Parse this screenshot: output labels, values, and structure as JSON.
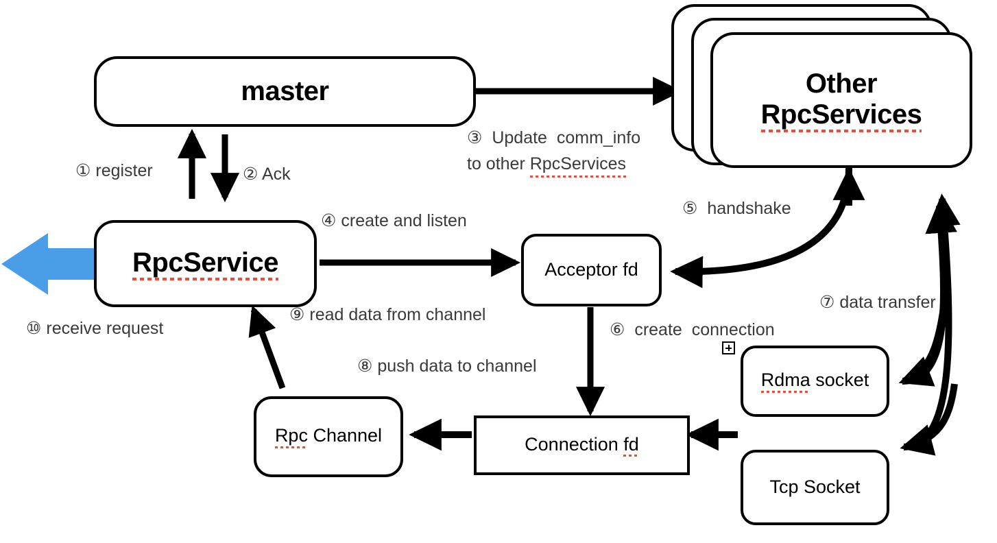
{
  "diagram": {
    "title": "RpcService architecture flow",
    "colors": {
      "stroke": "#000000",
      "accent_blue": "#4a9ee8",
      "spellcheck_red": "#ef4a33",
      "label_text": "#3a3a3a",
      "background": "#ffffff"
    },
    "nodes": [
      {
        "id": "master",
        "label": "master",
        "shape": "rounded",
        "emphasis": "bold",
        "spellcheck": false
      },
      {
        "id": "other-rpc",
        "label_line1": "Other",
        "label_line2": "RpcServices",
        "shape": "stacked-rounded",
        "emphasis": "bold",
        "spellcheck": true,
        "stack_count": 3
      },
      {
        "id": "rpcservice",
        "label": "RpcService",
        "shape": "rounded",
        "emphasis": "bold",
        "spellcheck": true
      },
      {
        "id": "acceptor-fd",
        "label": "Acceptor fd",
        "shape": "rounded",
        "emphasis": "normal",
        "spellcheck": false
      },
      {
        "id": "rdma-socket",
        "label_a": "Rdma",
        "label_b": " socket",
        "shape": "rounded",
        "emphasis": "normal",
        "spellcheck": true
      },
      {
        "id": "tcp-socket",
        "label": "Tcp Socket",
        "shape": "rounded",
        "emphasis": "normal",
        "spellcheck": false
      },
      {
        "id": "connection-fd",
        "label_a": "Connection ",
        "label_b": "fd",
        "shape": "rectangle",
        "emphasis": "normal",
        "spellcheck": true
      },
      {
        "id": "rpc-channel",
        "label_a": "Rpc",
        "label_b": " Channel",
        "shape": "rounded",
        "emphasis": "normal",
        "spellcheck": true
      }
    ],
    "steps": [
      {
        "num": "①",
        "text": "register",
        "from": "rpcservice",
        "to": "master"
      },
      {
        "num": "②",
        "text": "Ack",
        "from": "master",
        "to": "rpcservice"
      },
      {
        "num": "③",
        "text_line1": "Update  comm_info",
        "text_line2_a": "to other ",
        "text_line2_b": "RpcServices",
        "from": "master",
        "to": "other-rpc"
      },
      {
        "num": "④",
        "text": "create and listen",
        "from": "rpcservice",
        "to": "acceptor-fd"
      },
      {
        "num": "⑤",
        "text": "handshake",
        "from": "acceptor-fd",
        "to": "other-rpc"
      },
      {
        "num": "⑥",
        "text": "create  connection",
        "from": "acceptor-fd",
        "to": "connection-fd"
      },
      {
        "num": "⑦",
        "text": "data transfer",
        "from": "other-rpc",
        "to": "rdma-socket / tcp-socket"
      },
      {
        "num": "⑧",
        "text": "push data to channel",
        "from": "connection-fd",
        "to": "rpc-channel"
      },
      {
        "num": "⑨",
        "text": "read data from channel",
        "from": "rpc-channel",
        "to": "rpcservice"
      },
      {
        "num": "⑩",
        "text": "receive request",
        "from": "rpcservice",
        "to": "client"
      }
    ],
    "icons": [
      {
        "name": "box-plus-icon",
        "glyph": "⊞"
      }
    ]
  }
}
